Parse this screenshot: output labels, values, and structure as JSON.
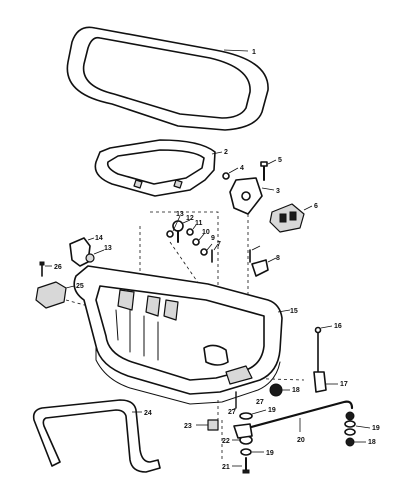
{
  "callouts": [
    "1",
    "2",
    "3",
    "4",
    "5",
    "6",
    "7",
    "8",
    "9",
    "10",
    "11",
    "12",
    "13",
    "13",
    "14",
    "15",
    "16",
    "17",
    "18",
    "18",
    "19",
    "19",
    "19",
    "20",
    "21",
    "22",
    "23",
    "24",
    "25",
    "26",
    "27",
    "27"
  ]
}
